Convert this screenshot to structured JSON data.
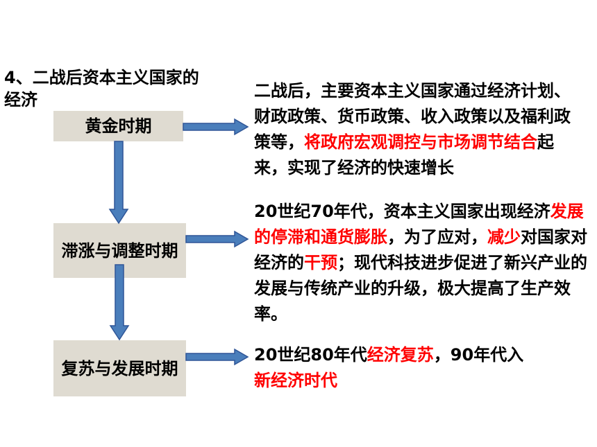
{
  "title": "4、二战后资本主义国家的经济",
  "stages": [
    {
      "label": "黄金时期"
    },
    {
      "label": "滞涨与调整时期"
    },
    {
      "label": "复苏与发展时期"
    }
  ],
  "descriptions": {
    "d1": {
      "t1": "二战后，主要资本主义国家通过经济计划、财政政策、货币政策、收入政策以及福利政策等，",
      "r1": "将政府宏观调控与市场调节结合",
      "t2": "起来，实现了经济的快速增长"
    },
    "d2": {
      "t1": "20世纪70年代，资本主义国家出现经济",
      "r1": "发展的停滞和通货膨胀",
      "t2": "，为了应对，",
      "r2": "减少",
      "t3": "对国家对经济的",
      "r3": "干预",
      "t4": "；现代科技进步促进了新兴产业的发展与传统产业的升级，极大提高了生产效率。"
    },
    "d3": {
      "t1": "20世纪80年代",
      "r1": "经济复苏",
      "t2": "，90年代入",
      "r2": "新经济时代"
    }
  },
  "colors": {
    "box_fill": "#dfdbd1",
    "arrow_fill": "#4a7ebb",
    "arrow_stroke": "#2f5597",
    "highlight": "#ff0000"
  }
}
